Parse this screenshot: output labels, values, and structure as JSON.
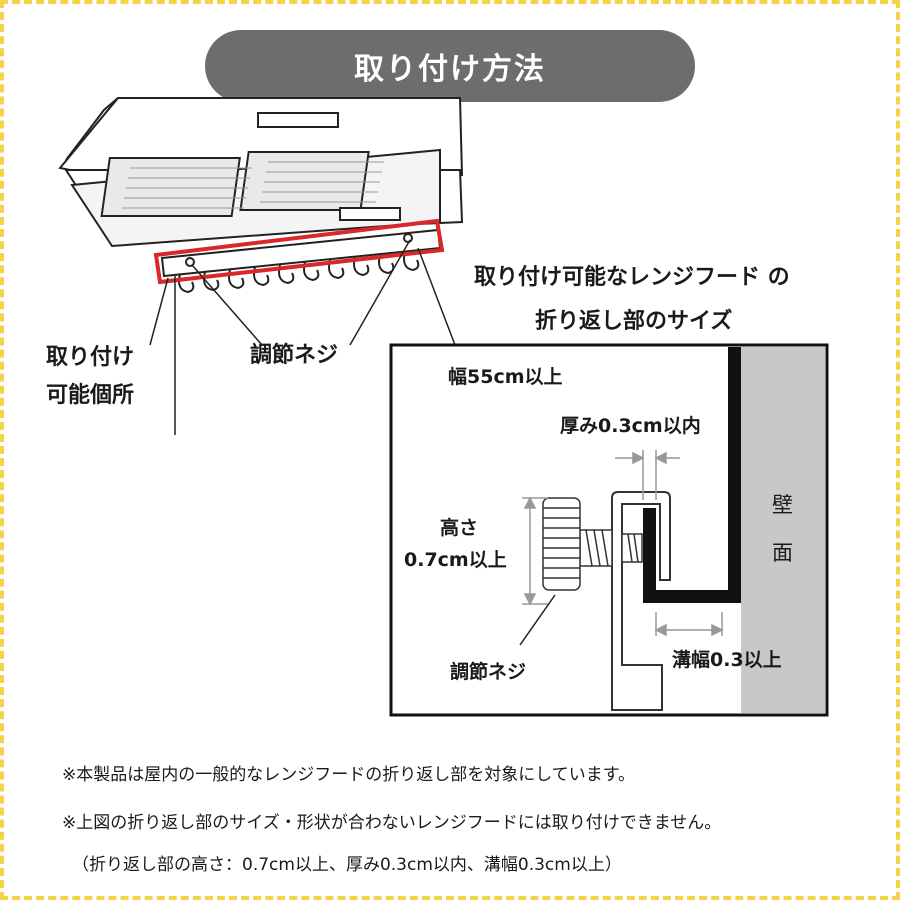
{
  "title": "取り付け方法",
  "labels": {
    "mount_place_line1": "取り付け",
    "mount_place_line2": "可能個所",
    "adjust_screw_top": "調節ネジ",
    "hood_size_line1": "取り付け可能なレンジフード の",
    "hood_size_line2": "折り返し部のサイズ",
    "width": "幅55cm以上",
    "thickness": "厚み0.3cm以内",
    "height_line1": "高さ",
    "height_line2": "0.7cm以上",
    "groove_width": "溝幅0.3以上",
    "adjust_screw_detail": "調節ネジ",
    "wall_char1": "壁",
    "wall_char2": "面"
  },
  "notes": [
    "※本製品は屋内の一般的なレンジフードの折り返し部を対象にしています。",
    "※上図の折り返し部のサイズ・形状が合わないレンジフードには取り付けできません。",
    "（折り返し部の高さ：0.7cm以上、厚み0.3cm以内、溝幅0.3cm以上）"
  ],
  "colors": {
    "highlight": "#d8282a",
    "pill": "#6d6d6d",
    "wall": "#c8c8c8",
    "border": "#f6d24a"
  }
}
